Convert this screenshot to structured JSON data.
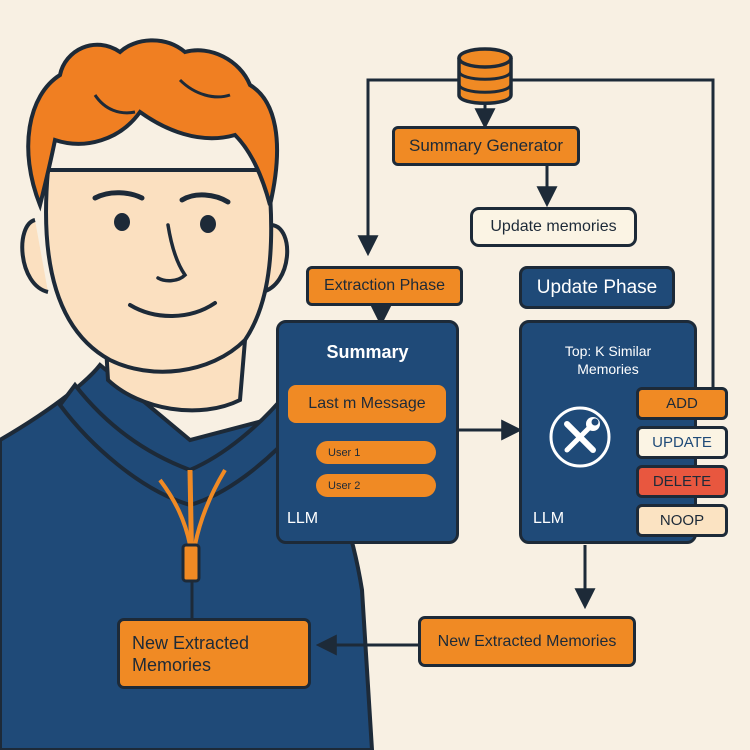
{
  "diagram": {
    "summary_generator": "Summary Generator",
    "update_memories": "Update memories",
    "extraction_phase": "Extraction Phase",
    "update_phase": "Update Phase",
    "extraction_panel": {
      "title": "Summary",
      "last_message": "Last m Message",
      "user1": "User 1",
      "user2": "User 2",
      "llm": "LLM"
    },
    "update_panel": {
      "title": "Top: K Similar\nMemories",
      "llm": "LLM"
    },
    "operations": [
      "ADD",
      "UPDATE",
      "DELETE",
      "NOOP"
    ],
    "new_extracted_right": "New Extracted Memories",
    "new_extracted_left": "New Extracted\nMemories"
  },
  "colors": {
    "orange": "#f08a24",
    "navy": "#1f4a78",
    "dark": "#1d2a38",
    "cream": "#fbf4e4",
    "delete_red": "#e8573f",
    "background": "#f8f0e3"
  },
  "icons": [
    "database-icon",
    "tools-icon",
    "person-illustration"
  ]
}
